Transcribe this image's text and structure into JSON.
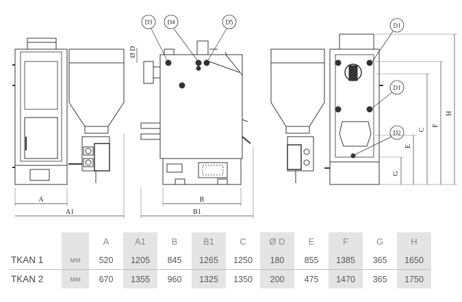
{
  "callouts": {
    "d3": "D3",
    "d4": "D4",
    "d5": "D5",
    "d1_top": "D1",
    "d1_mid": "D1",
    "d2": "D2",
    "od": "Ø D"
  },
  "dimensions": {
    "a": "A",
    "a1": "A1",
    "b": "B",
    "b1": "B1",
    "c": "C",
    "e": "E",
    "f": "F",
    "g": "G",
    "h": "H"
  },
  "table": {
    "headers": [
      "A",
      "A1",
      "B",
      "B1",
      "C",
      "Ø D",
      "E",
      "F",
      "G",
      "H"
    ],
    "rows": [
      {
        "model": "TKAN 1",
        "unit": "мм",
        "values": [
          "520",
          "1205",
          "845",
          "1265",
          "1250",
          "180",
          "855",
          "1385",
          "365",
          "1650"
        ]
      },
      {
        "model": "TKAN 2",
        "unit": "мм",
        "values": [
          "670",
          "1355",
          "960",
          "1325",
          "1350",
          "200",
          "475",
          "1470",
          "365",
          "1750"
        ]
      }
    ]
  }
}
